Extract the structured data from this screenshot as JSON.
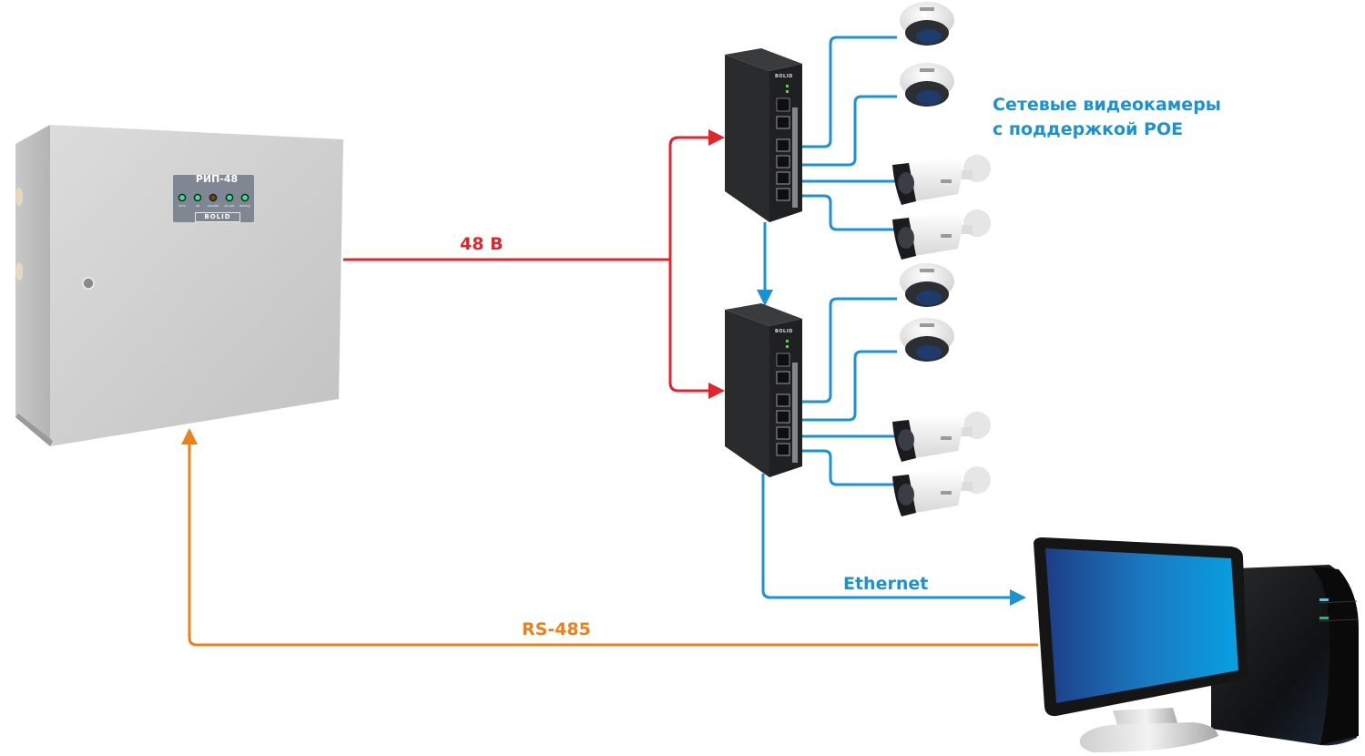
{
  "diagram": {
    "title_cameras": [
      "Сетевые видеокамеры",
      "с поддержкой POE"
    ],
    "connections": {
      "power": {
        "label": "48 В",
        "color": "#e3242b"
      },
      "rs485": {
        "label": "RS-485",
        "color": "#ef7f1a"
      },
      "ethernet": {
        "label": "Ethernet",
        "color": "#1a93d4"
      }
    },
    "devices": {
      "power_supply": {
        "name": "РИП-48",
        "brand": "BOLID",
        "leds": [
          {
            "label": "СЕТЬ",
            "state": "on",
            "color": "#2ee88a"
          },
          {
            "label": "АБ",
            "state": "on",
            "color": "#2ee88a"
          },
          {
            "label": "АВАРИЯ",
            "state": "off",
            "color": "#6b4a12"
          },
          {
            "label": "RS-485",
            "state": "on",
            "color": "#2ee88a"
          },
          {
            "label": "ВЫХОД",
            "state": "on",
            "color": "#2ee88a"
          }
        ]
      },
      "switches": [
        {
          "id": "poe-switch-1",
          "brand": "BOLID",
          "ports": 6
        },
        {
          "id": "poe-switch-2",
          "brand": "BOLID",
          "ports": 6
        }
      ],
      "cameras": [
        {
          "switch": 1,
          "type": "dome"
        },
        {
          "switch": 1,
          "type": "dome"
        },
        {
          "switch": 1,
          "type": "bullet"
        },
        {
          "switch": 1,
          "type": "bullet"
        },
        {
          "switch": 2,
          "type": "dome"
        },
        {
          "switch": 2,
          "type": "dome"
        },
        {
          "switch": 2,
          "type": "bullet"
        },
        {
          "switch": 2,
          "type": "bullet"
        }
      ],
      "computer": {
        "type": "workstation"
      }
    }
  }
}
